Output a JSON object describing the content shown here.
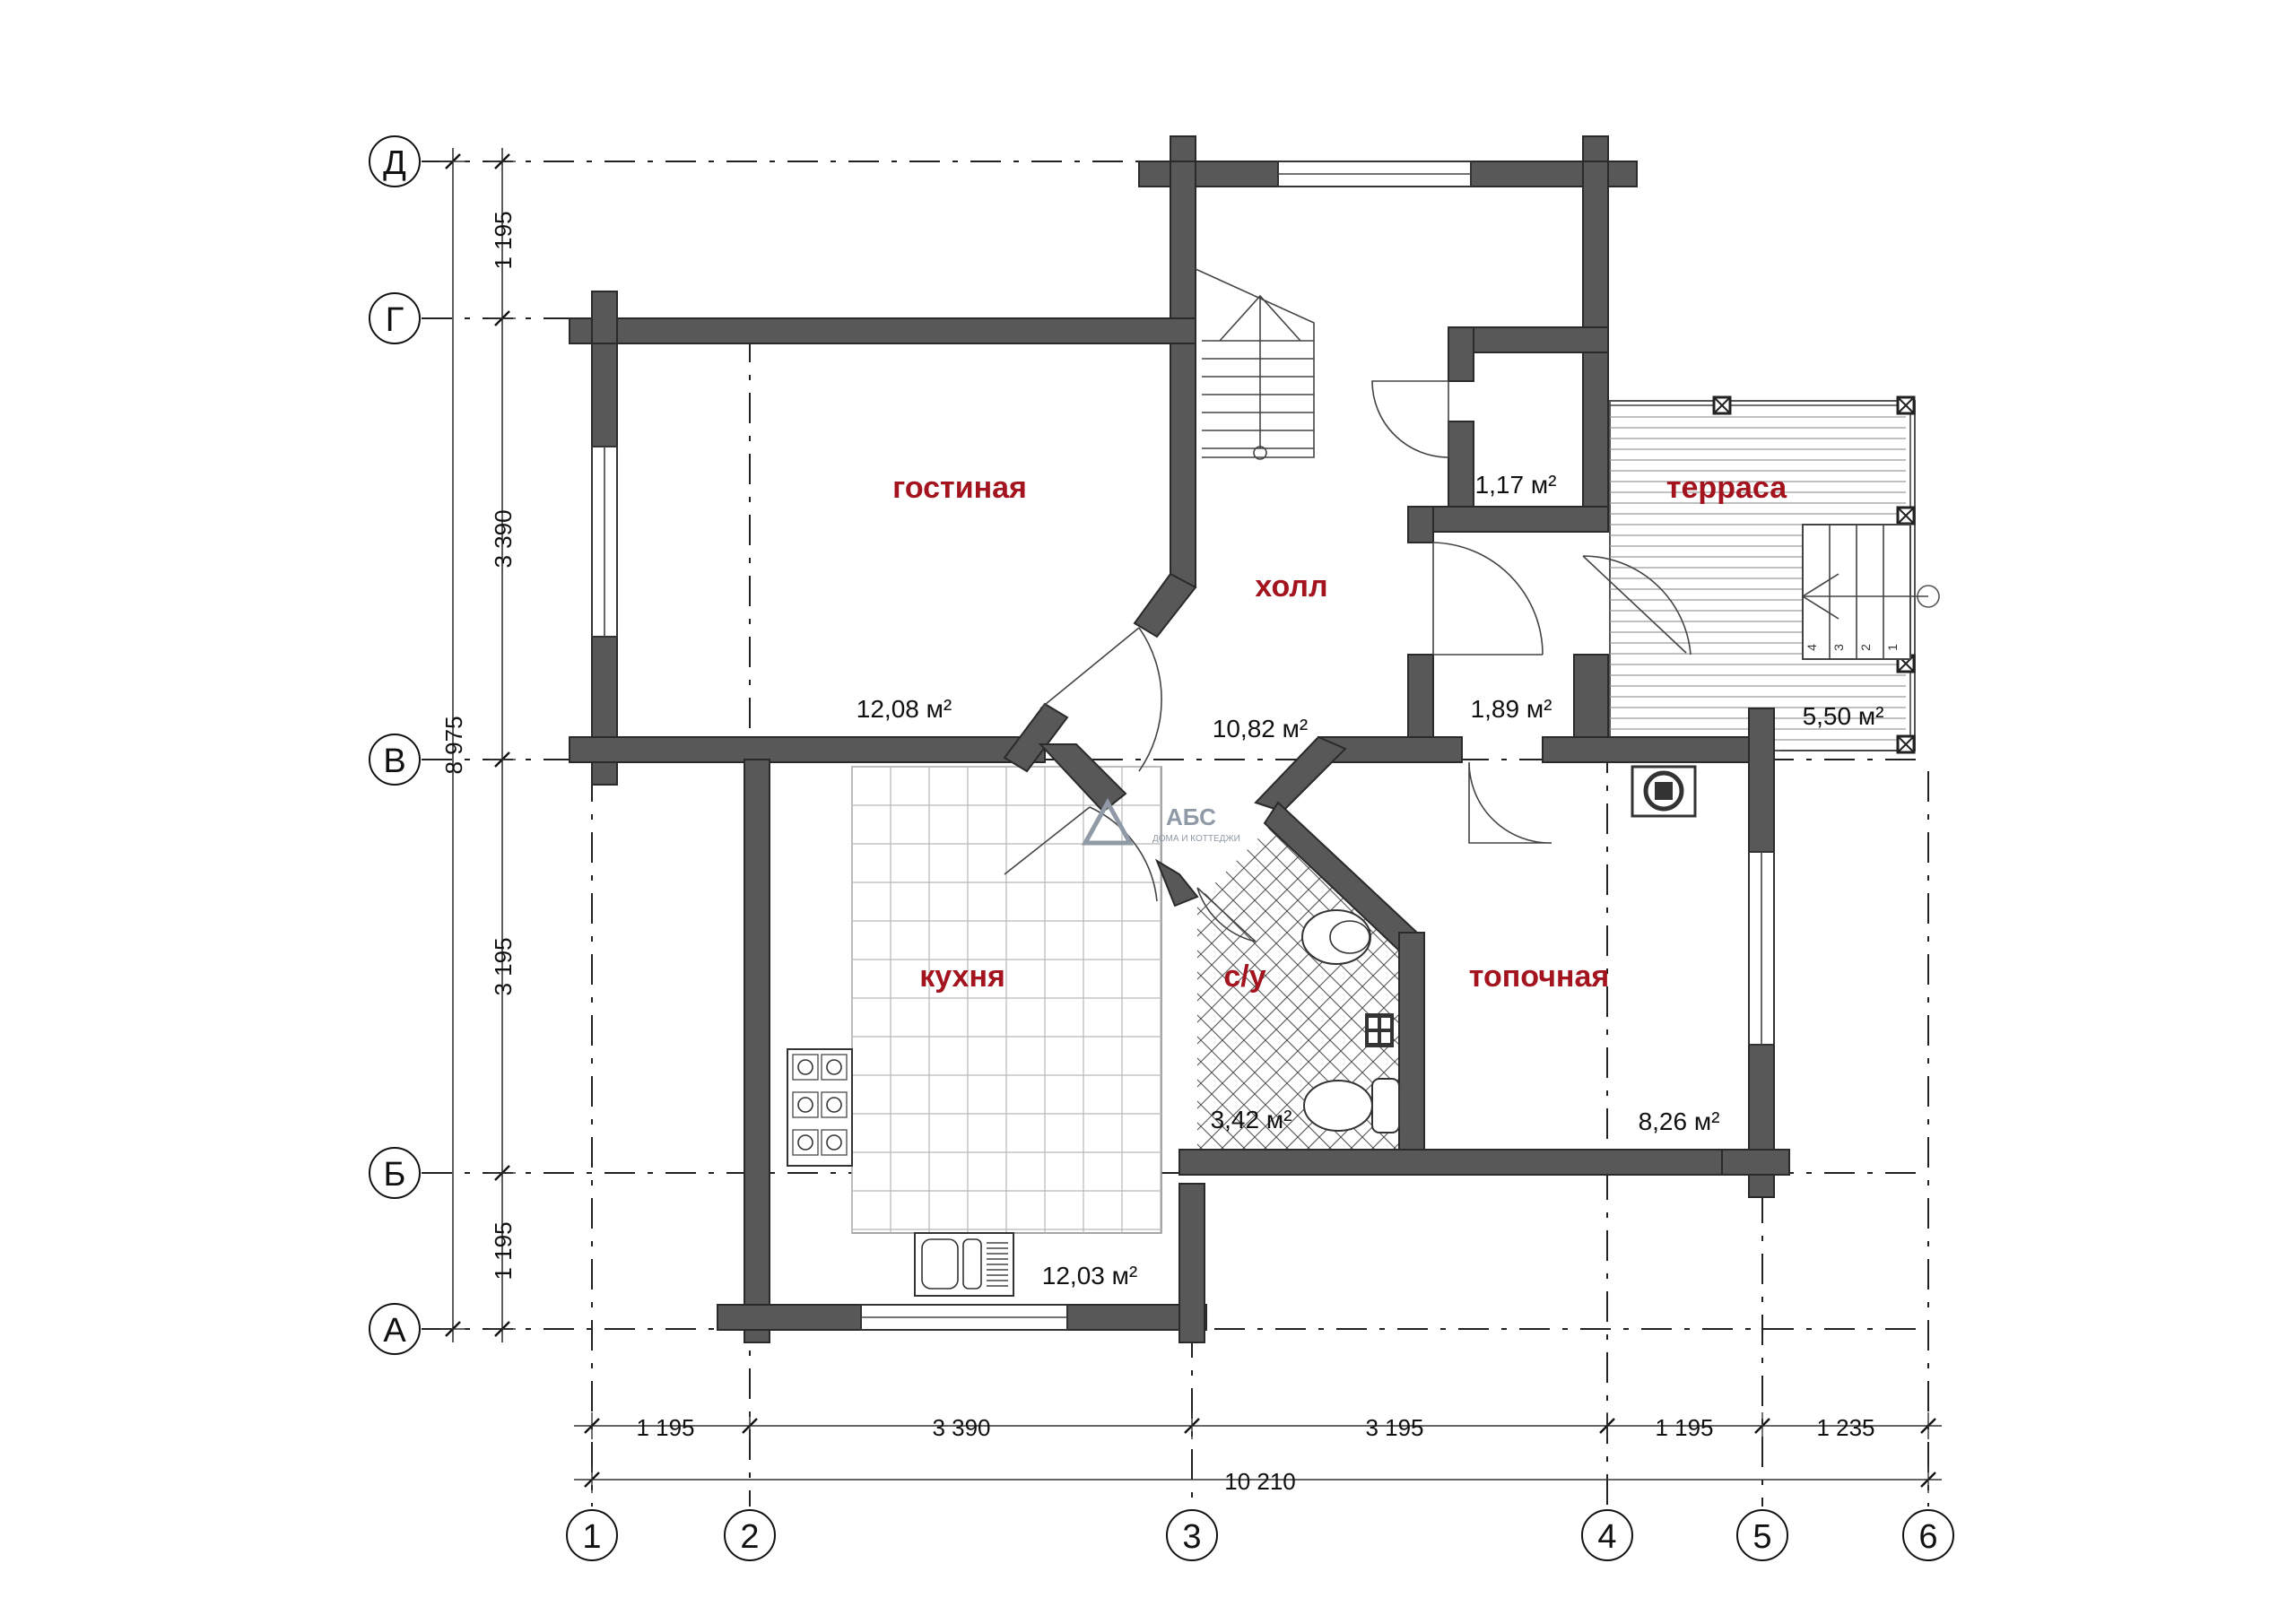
{
  "rooms": [
    {
      "name": "гостиная",
      "area": "12,08 м²"
    },
    {
      "name": "холл",
      "area": "10,82 м²"
    },
    {
      "name": "терраса",
      "area": "5,50 м²"
    },
    {
      "name": "кухня",
      "area": "12,03 м²"
    },
    {
      "name": "с/у",
      "area": "3,42 м²"
    },
    {
      "name": "топочная",
      "area": "8,26 м²"
    },
    {
      "name": "",
      "area": "1,17 м²"
    },
    {
      "name": "",
      "area": "1,89 м²"
    }
  ],
  "axes_vertical": [
    "1",
    "2",
    "3",
    "4",
    "5",
    "6"
  ],
  "axes_horizontal": [
    "Д",
    "Г",
    "В",
    "Б",
    "А"
  ],
  "dims_bottom": [
    "1 195",
    "3 390",
    "3 195",
    "1 195",
    "1 235"
  ],
  "dim_total_bottom": "10 210",
  "dims_left": [
    "1 195",
    "3 390",
    "3 195",
    "1 195"
  ],
  "dim_total_left": "8 975",
  "stair_steps": [
    "4",
    "3",
    "2",
    "1"
  ],
  "logo": {
    "name": "АБС",
    "sub": "ДОМА И КОТТЕДЖИ"
  }
}
